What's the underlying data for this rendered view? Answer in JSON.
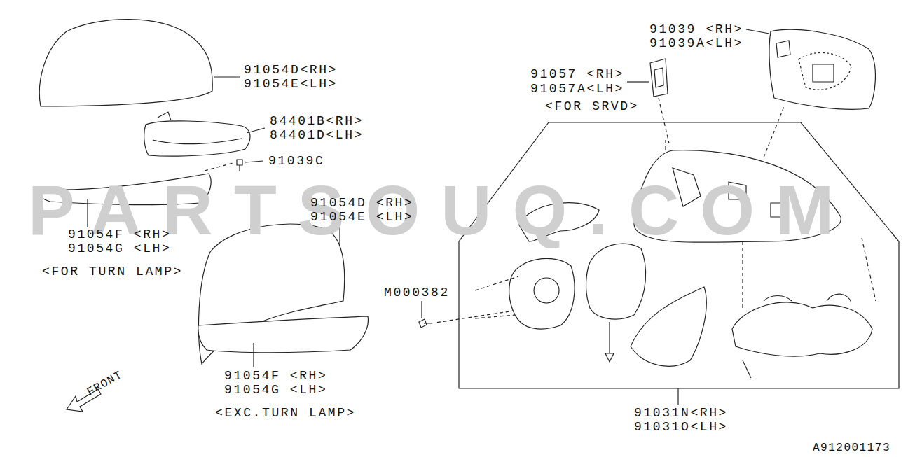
{
  "diagram": {
    "labels": [
      "91039 <RH>",
      "91039A<LH>",
      "91054D<RH>",
      "91054E<LH>",
      "91057 <RH>",
      "91057A<LH>",
      "<FOR SRVD>",
      "84401B<RH>",
      "84401D<LH>",
      "91039C",
      "91054D <RH>",
      "91054E <LH>",
      "91054F <RH>",
      "91054G <LH>",
      "<FOR TURN LAMP>",
      "M000382",
      "91054F <RH>",
      "91054G <LH>",
      "<EXC.TURN LAMP>",
      "FRONT",
      "91031N<RH>",
      "91031O<LH>",
      "A912001173",
      "PARTSOUQ.COM"
    ]
  }
}
